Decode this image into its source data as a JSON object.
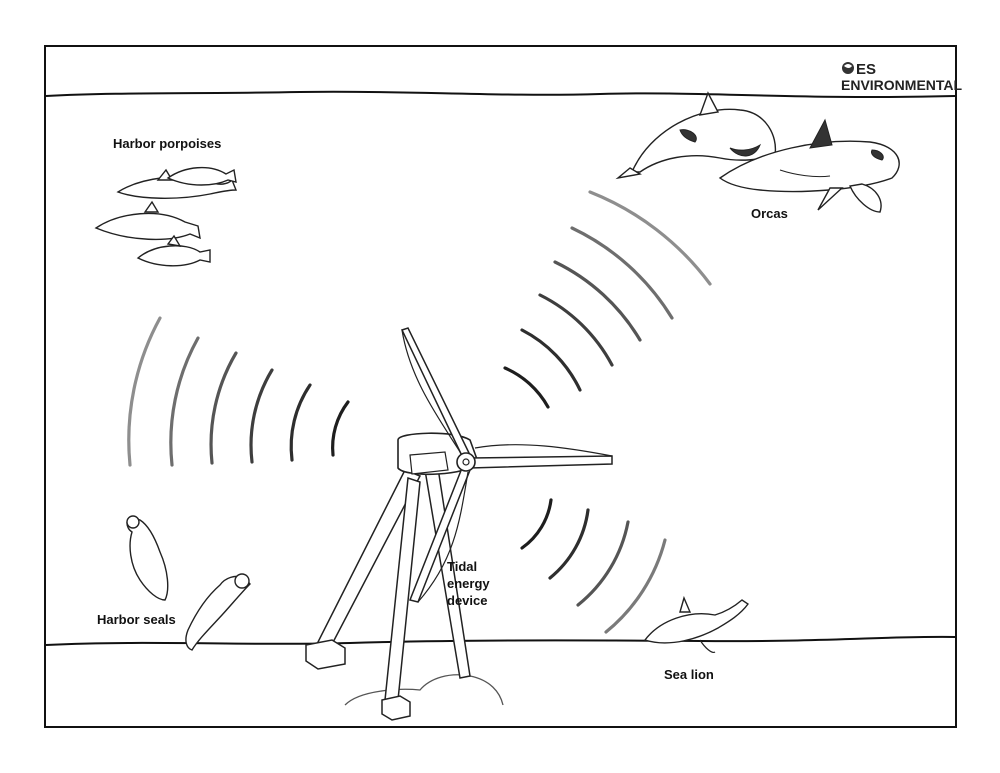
{
  "logo": {
    "line1": "ES",
    "line2": "ENVIRONMENTAL"
  },
  "labels": {
    "harbor_porpoises": "Harbor porpoises",
    "orcas": "Orcas",
    "harbor_seals": "Harbor seals",
    "sea_lion": "Sea lion",
    "device_line1": "Tidal",
    "device_line2": "energy",
    "device_line3": "device"
  },
  "colors": {
    "outline": "#222222",
    "wave_dark": "#2a2a2a",
    "wave_mid": "#5e5e5e",
    "wave_light": "#9a9a9a",
    "background": "#ffffff"
  },
  "icons": [
    "logo-globe-icon",
    "turbine-icon",
    "orca-icon",
    "porpoise-icon",
    "seal-icon",
    "sea-lion-icon"
  ]
}
